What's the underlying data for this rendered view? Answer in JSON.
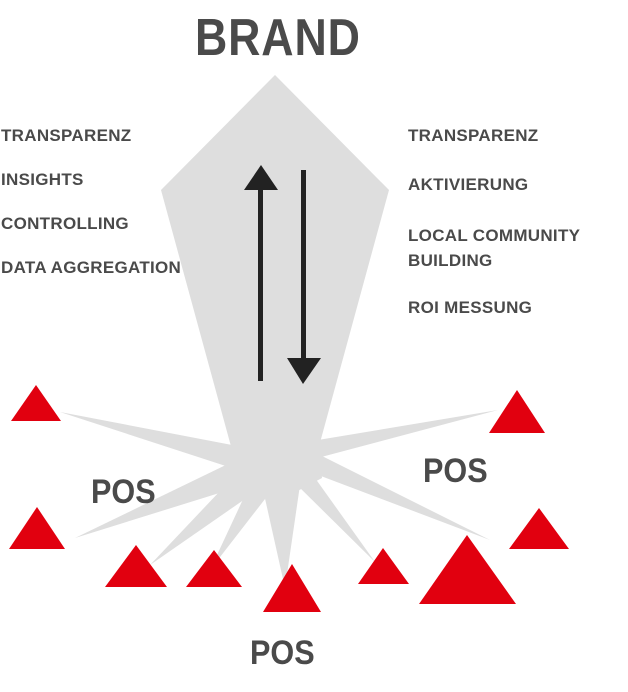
{
  "title": "BRAND",
  "left_list": [
    "TRANSPARENZ",
    "INSIGHTS",
    "CONTROLLING",
    "DATA AGGREGATION"
  ],
  "right_list": [
    "TRANSPARENZ",
    "AKTIVIERUNG",
    "LOCAL COMMUNITY BUILDING",
    "ROI MESSUNG"
  ],
  "pos_labels": {
    "left": "POS",
    "right": "POS",
    "bottom": "POS"
  },
  "colors": {
    "text": "#4a4a4a",
    "shape_fill": "#dedede",
    "arrow": "#222222",
    "triangle": "#e1000f"
  }
}
